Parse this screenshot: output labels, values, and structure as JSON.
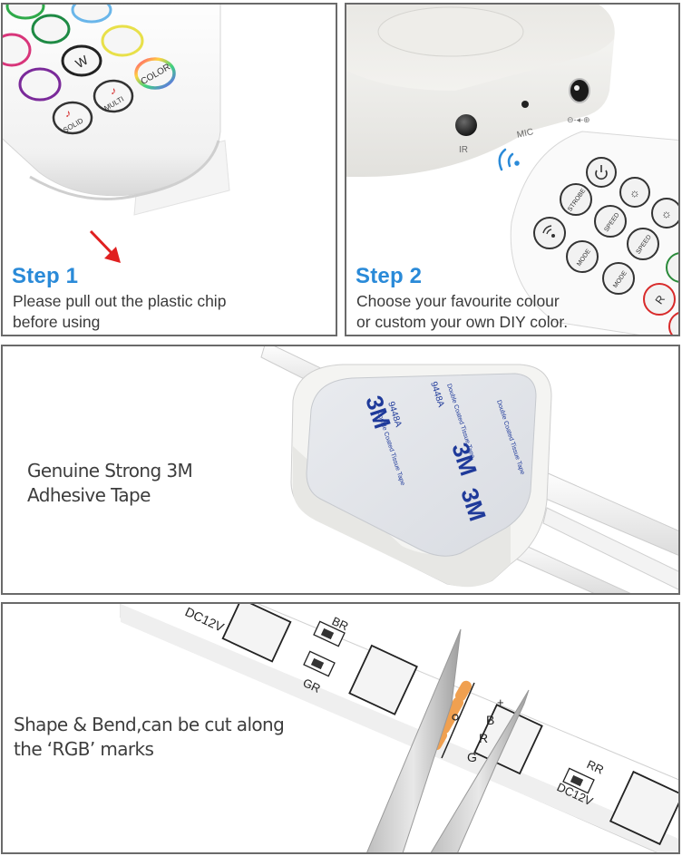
{
  "panels": {
    "step1": {
      "title": "Step 1",
      "description_line1": "Please pull out the plastic chip",
      "description_line2": "before using",
      "remote_buttons": [
        "W",
        "COLOR",
        "MULTI",
        "SOLID"
      ],
      "arrow_color": "#e02020"
    },
    "step2": {
      "title": "Step 2",
      "description_line1": "Choose your favourite colour",
      "description_line2": "or custom your own DIY color.",
      "controller_labels": [
        "IR",
        "MIC"
      ],
      "remote_buttons": [
        "STROBE",
        "SPEED",
        "SPEED",
        "MODE",
        "MODE",
        "R"
      ],
      "signal_color": "#2a8ad8"
    },
    "adhesive": {
      "text_line1": "Genuine Strong 3M",
      "text_line2": "Adhesive Tape",
      "tape_brand": "3M",
      "tape_model": "9448A",
      "tape_caption": "Double Coated Tissue Tape"
    },
    "cut": {
      "text_line1": "Shape & Bend,can be cut along",
      "text_line2": "the ‘RGB’ marks",
      "strip_labels": [
        "DC12V",
        "BR",
        "GR",
        "+",
        "B",
        "R",
        "G",
        "RR",
        "DC12V"
      ],
      "pad_color": "#f0a050"
    }
  },
  "colors": {
    "accent_blue": "#2a8ad8",
    "border": "#6a6a6a",
    "text": "#3a3a3a"
  }
}
